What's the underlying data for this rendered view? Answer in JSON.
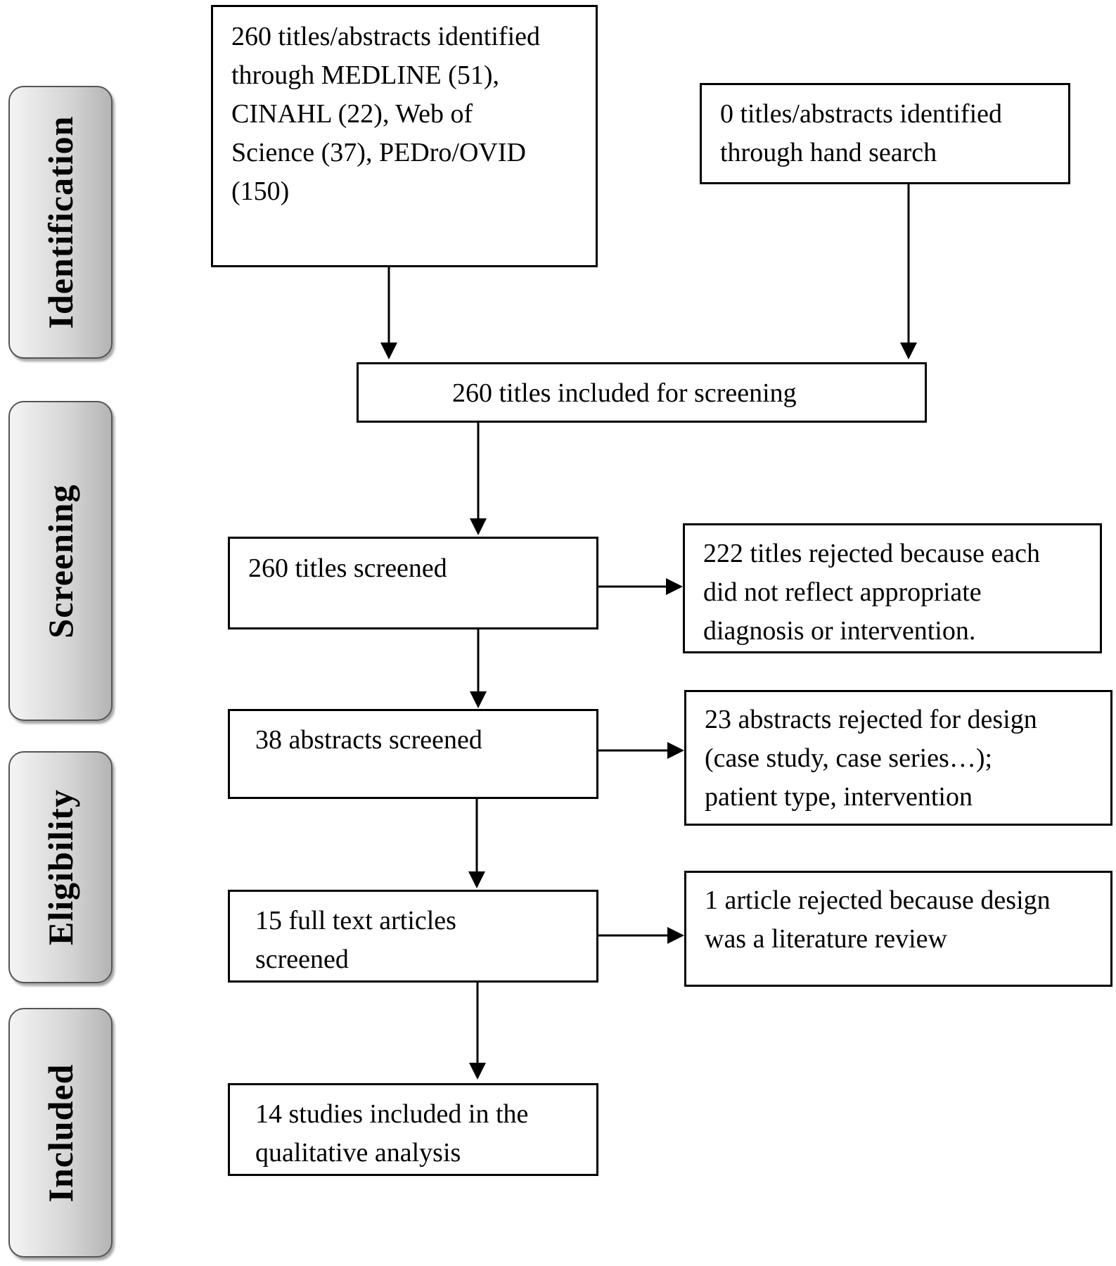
{
  "stages": {
    "identification": "Identification",
    "screening": "Screening",
    "eligibility": "Eligibility",
    "included": "Included"
  },
  "boxes": {
    "identified_databases": "260 titles/abstracts identified\nthrough MEDLINE (51),\nCINAHL (22), Web of\nScience (37), PEDro/OVID\n(150)",
    "identified_hand_search": "0 titles/abstracts identified\nthrough hand search",
    "included_for_screening": "260 titles included for screening",
    "titles_screened": "260 titles screened",
    "titles_rejected": "222 titles rejected because each\ndid not reflect appropriate\ndiagnosis or intervention.",
    "abstracts_screened": "38 abstracts screened",
    "abstracts_rejected": "23 abstracts rejected for design\n(case study, case series…);\npatient type, intervention",
    "fulltext_screened": "15 full text articles\nscreened",
    "article_rejected": "1 article rejected because design\nwas a literature review",
    "studies_included": "14 studies included in the\nqualitative analysis"
  }
}
